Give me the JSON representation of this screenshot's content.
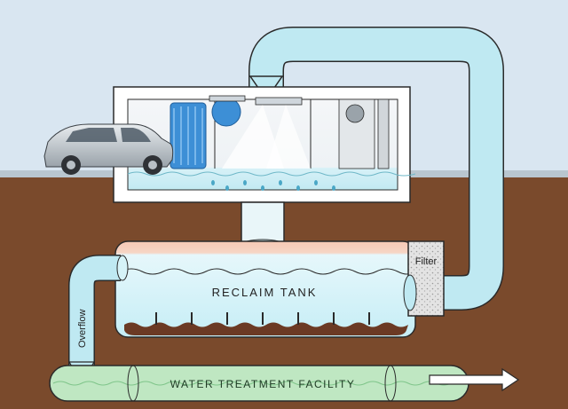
{
  "labels": {
    "reclaim_tank": "RECLAIM TANK",
    "filter": "Filter",
    "overflow": "Overflow",
    "water_treatment": "WATER TREATMENT FACILITY"
  },
  "colors": {
    "sky": "#d9e6f1",
    "soil": "#7a4a2c",
    "water": "#c9eef5",
    "pipe": "#bfe9f2",
    "facility_water": "#bfe7c2",
    "sludge": "#6b3a24",
    "tank_wall": "#ffffff",
    "outline": "#2a2a2a"
  }
}
